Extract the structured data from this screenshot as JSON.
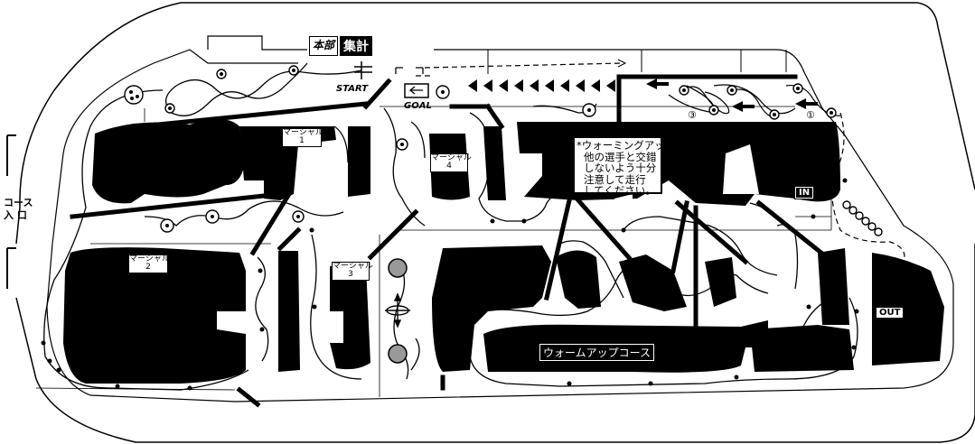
{
  "map": {
    "headquarters": [
      "本部",
      "集計"
    ],
    "start_label": "START",
    "goal_label": "GOAL",
    "entrance_label": [
      "コース",
      "入 口"
    ],
    "marshals": [
      {
        "line1": "マーシャル",
        "line2": "1"
      },
      {
        "line1": "マーシャル",
        "line2": "2"
      },
      {
        "line1": "マーシャル",
        "line2": "3"
      },
      {
        "line1": "マーシャル",
        "line2": "4"
      }
    ],
    "notice_lines": [
      "*ウォーミングアップは",
      "他の選手と交錯",
      "しないよう十分",
      "注意して走行",
      "してください。"
    ],
    "warmup_course_label": "ウォームアップコース",
    "in_label": "IN",
    "out_label": "OUT",
    "circle_markers": [
      "①",
      "③"
    ]
  }
}
